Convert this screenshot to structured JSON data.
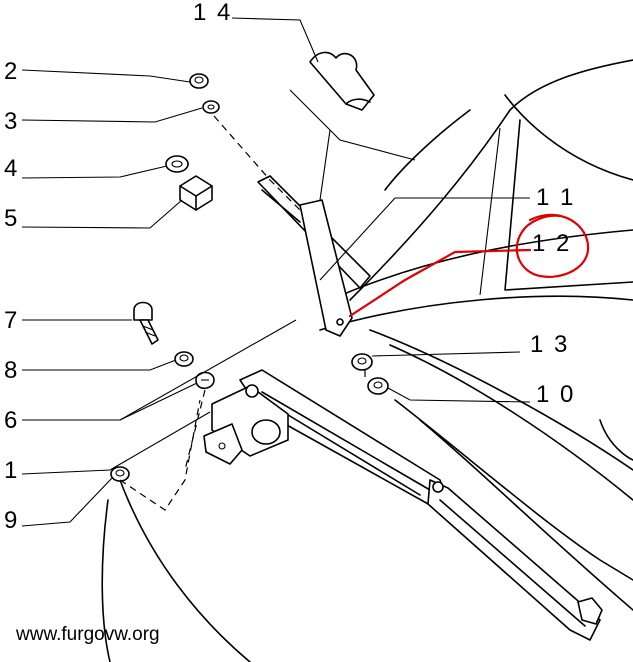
{
  "callouts": {
    "c14": "1 4",
    "c2": "2",
    "c3": "3",
    "c4": "4",
    "c5": "5",
    "c11": "1 1",
    "c12": "1 2",
    "c7": "7",
    "c8": "8",
    "c13": "1 3",
    "c6": "6",
    "c10": "1 0",
    "c1": "1",
    "c9": "9"
  },
  "watermark": "www.furgovw.org",
  "colors": {
    "line": "#000000",
    "annotation": "#e00000",
    "background": "#ffffff"
  }
}
